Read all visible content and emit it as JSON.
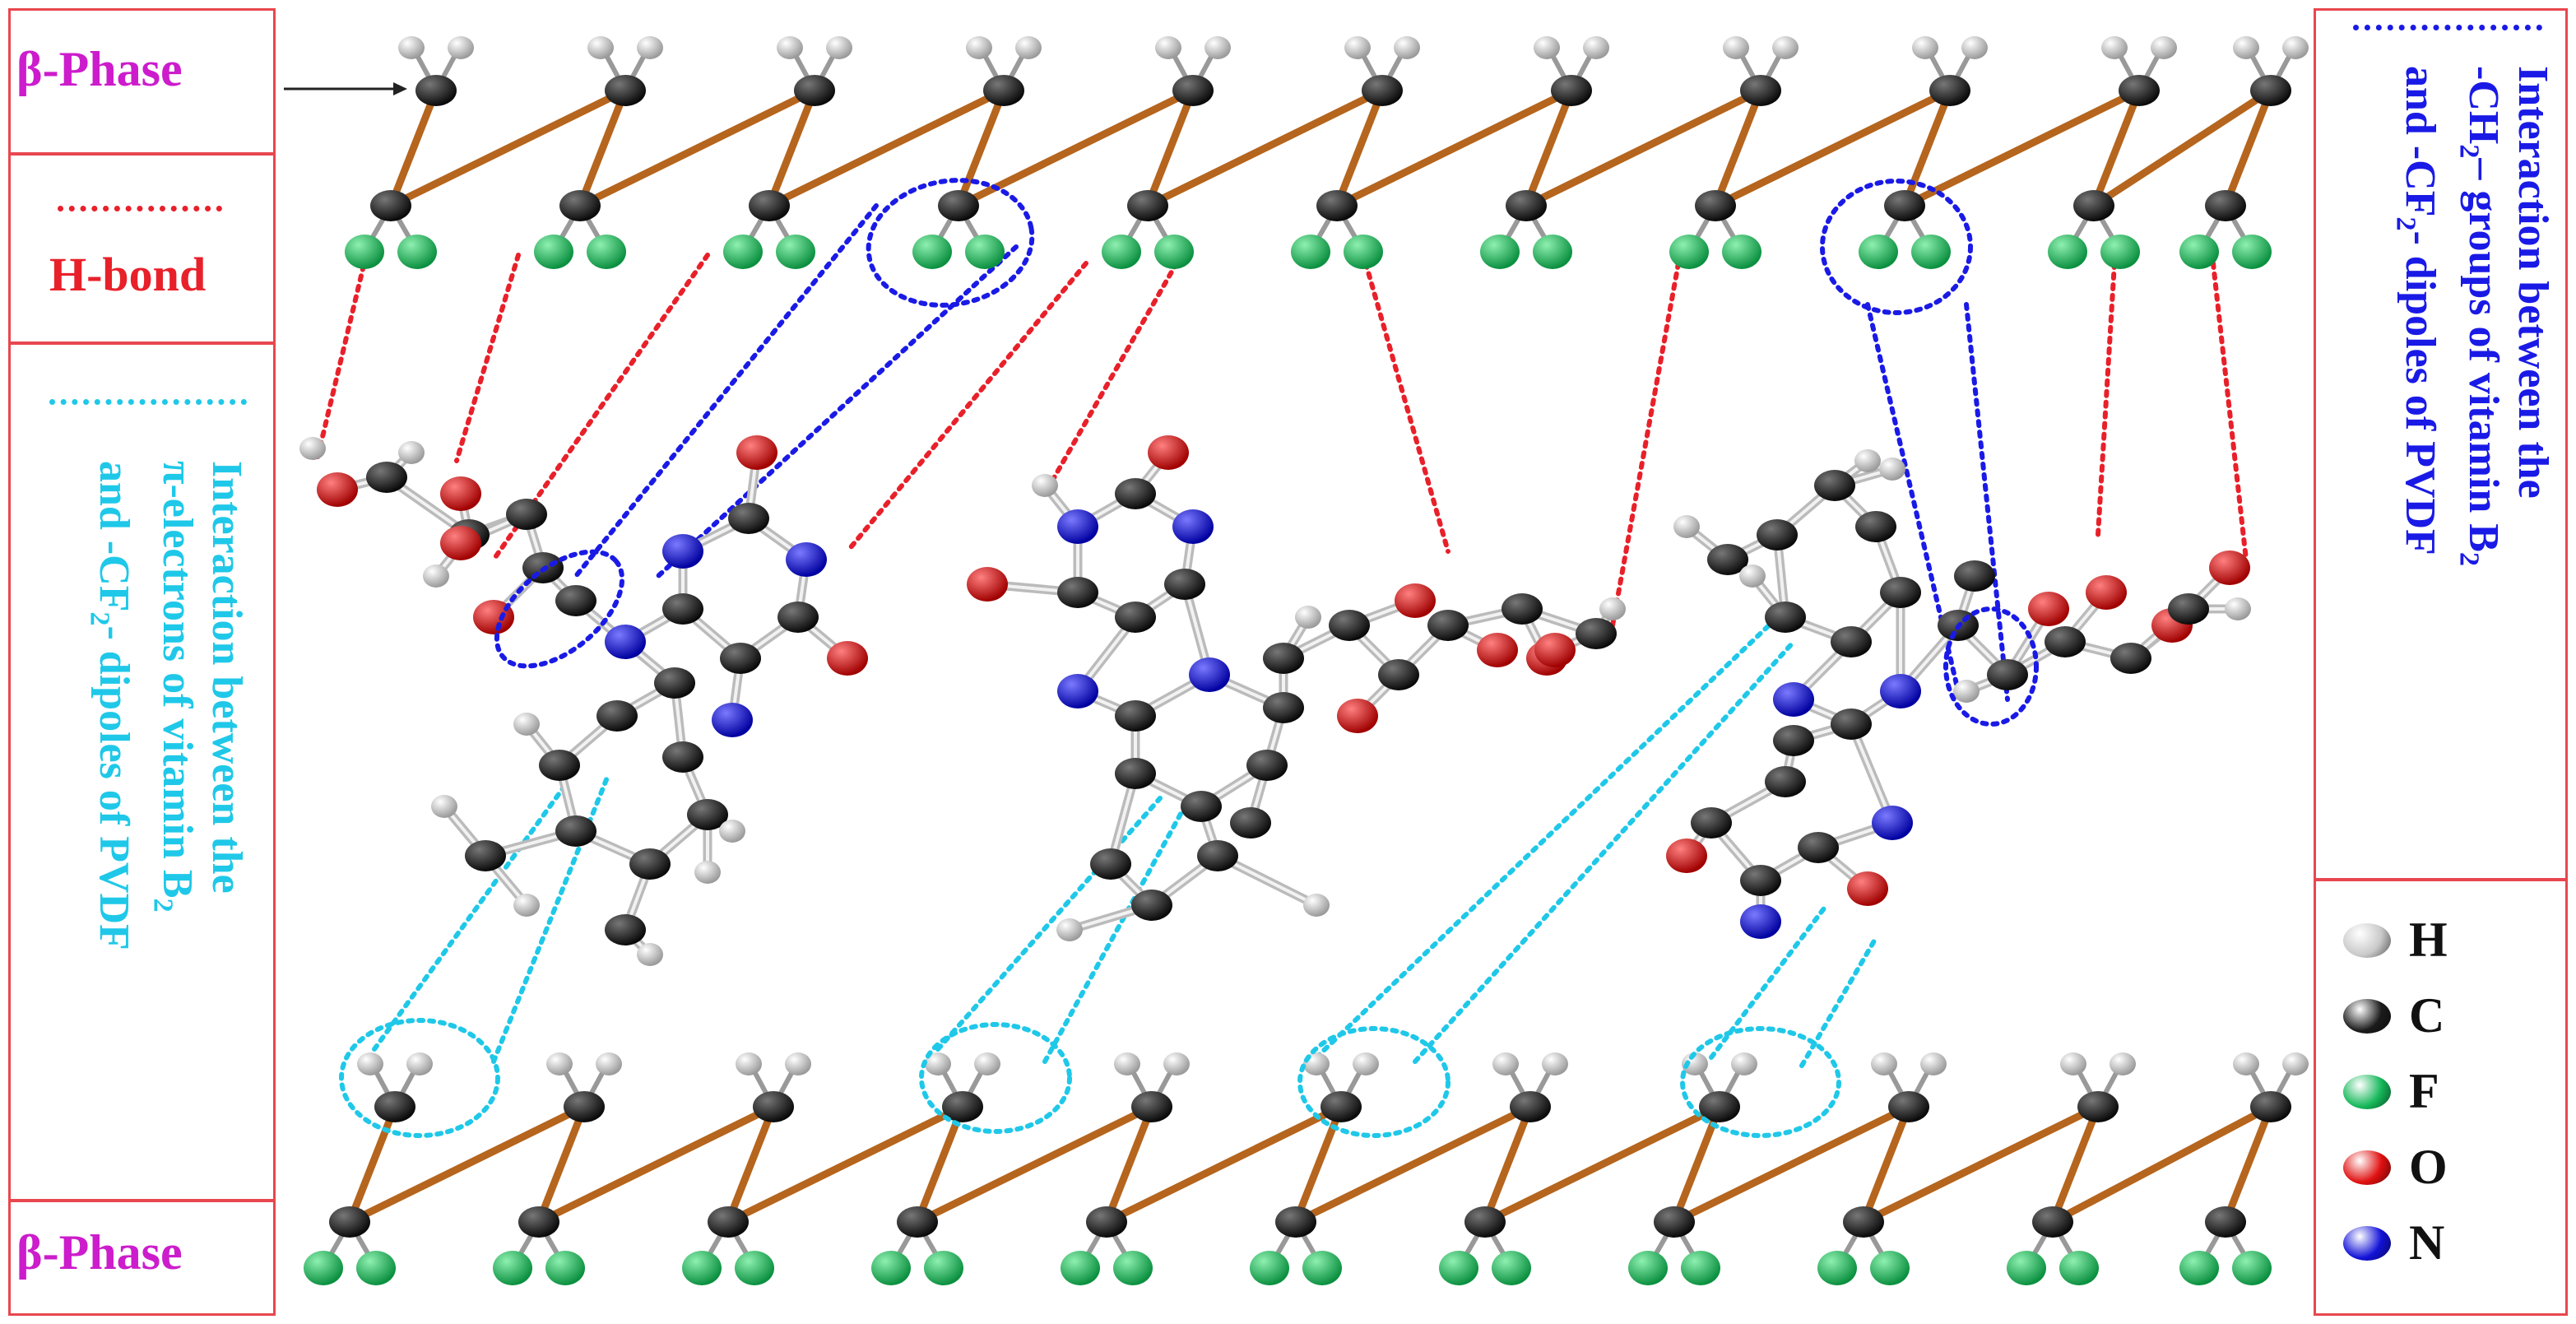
{
  "labels": {
    "phase_top": "β-Phase",
    "phase_bottom": "β-Phase",
    "hbond": "H-bond",
    "left_note": {
      "line1": "Interaction between the",
      "line2_a": "π-electrons of vitamin B",
      "line2_sub": "2",
      "line3": "and -CF",
      "line3_sub": "2",
      "line3_b": "- dipoles of PVDF"
    },
    "right_note": {
      "line1": "Interaction between the",
      "line2_a": "-CH",
      "line2_sub": "2",
      "line2_b": "– groups of vitamin B",
      "line2_sub2": "2",
      "line3_a": "and -CF",
      "line3_sub": "2",
      "line3_b": "- dipoles of PVDF"
    }
  },
  "legend": [
    {
      "symbol": "H",
      "color": "#c9c9c9",
      "atom_name": "hydrogen-atom"
    },
    {
      "symbol": "C",
      "color": "#1b1b1b",
      "atom_name": "carbon-atom"
    },
    {
      "symbol": "F",
      "color": "#16b85a",
      "atom_name": "fluorine-atom"
    },
    {
      "symbol": "O",
      "color": "#e01010",
      "atom_name": "oxygen-atom"
    },
    {
      "symbol": "N",
      "color": "#1212d8",
      "atom_name": "nitrogen-atom"
    }
  ],
  "colors": {
    "box_border": "#e8474f",
    "hbond_line": "#e8202a",
    "pi_line": "#1fc8e8",
    "ch2_line": "#1a1ae6",
    "bond": "#b5651d",
    "phase_text": "#cc1ccc"
  }
}
